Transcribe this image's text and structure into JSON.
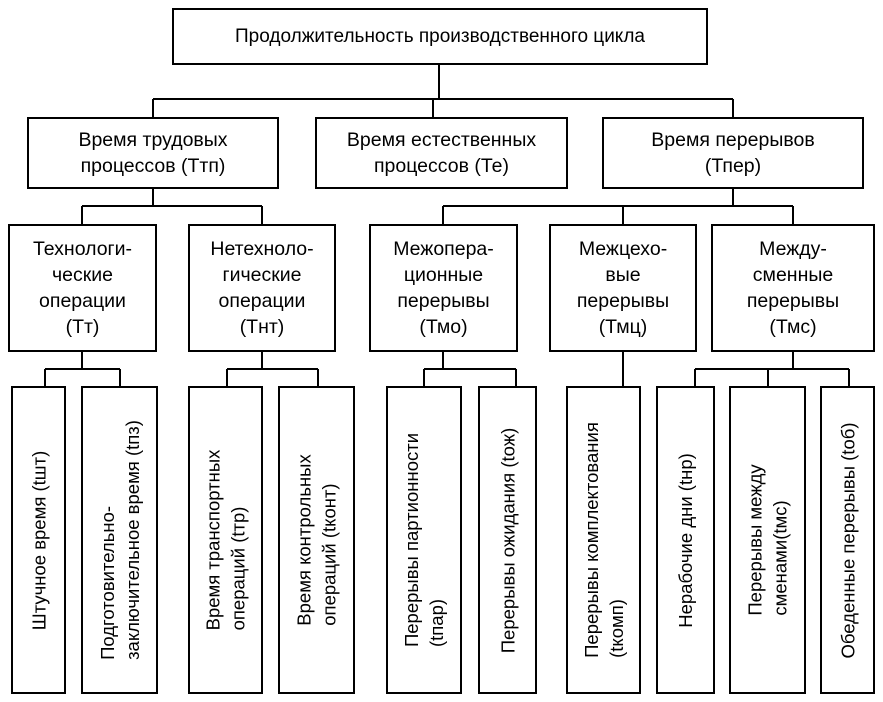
{
  "diagram": {
    "root": {
      "lines": [
        "Продолжительность производственного цикла"
      ]
    },
    "level1": [
      {
        "id": "trud",
        "lines": [
          "Время трудовых",
          "процессов (Ттп)"
        ]
      },
      {
        "id": "estest",
        "lines": [
          "Время естественных",
          "процессов (Те)"
        ]
      },
      {
        "id": "pereryv",
        "lines": [
          "Время перерывов",
          "(Тпер)"
        ]
      }
    ],
    "level2": [
      {
        "id": "tekhn",
        "lines": [
          "Технологи-",
          "ческие",
          "операции",
          "(Тт)"
        ]
      },
      {
        "id": "netekhn",
        "lines": [
          "Нетехноло-",
          "гические",
          "операции",
          "(Тнт)"
        ]
      },
      {
        "id": "mezhoper",
        "lines": [
          "Межопера-",
          "ционные",
          "перерывы",
          "(Тмо)"
        ]
      },
      {
        "id": "mezhtsekh",
        "lines": [
          "Межцехо-",
          "вые",
          "перерывы",
          "(Тмц)"
        ]
      },
      {
        "id": "mezhsmen",
        "lines": [
          "Между-",
          "сменные",
          "перерывы",
          "(Тмс)"
        ]
      }
    ],
    "level3": [
      {
        "id": "shtuch",
        "lines": [
          "Штучное время (tшт)"
        ]
      },
      {
        "id": "podgot",
        "lines": [
          "Подготовительно-",
          "заключительное время (tпз)"
        ]
      },
      {
        "id": "transp",
        "lines": [
          "Время транспортных",
          "операций (tтр)"
        ]
      },
      {
        "id": "kontrol",
        "lines": [
          "Время контрольных",
          "операций (tконт)"
        ]
      },
      {
        "id": "partion",
        "lines": [
          "Перерывы партионности",
          "(tпар)"
        ]
      },
      {
        "id": "ozhid",
        "lines": [
          "Перерывы ожидания (tож)"
        ]
      },
      {
        "id": "komplekt",
        "lines": [
          "Перерывы комплектования",
          "(tкомп)"
        ]
      },
      {
        "id": "nerab",
        "lines": [
          "Нерабочие дни (tнр)"
        ]
      },
      {
        "id": "smenami",
        "lines": [
          "Перерывы между",
          "сменами(tмс)"
        ]
      },
      {
        "id": "obed",
        "lines": [
          "Обеденные перерывы (tоб)"
        ]
      }
    ]
  }
}
